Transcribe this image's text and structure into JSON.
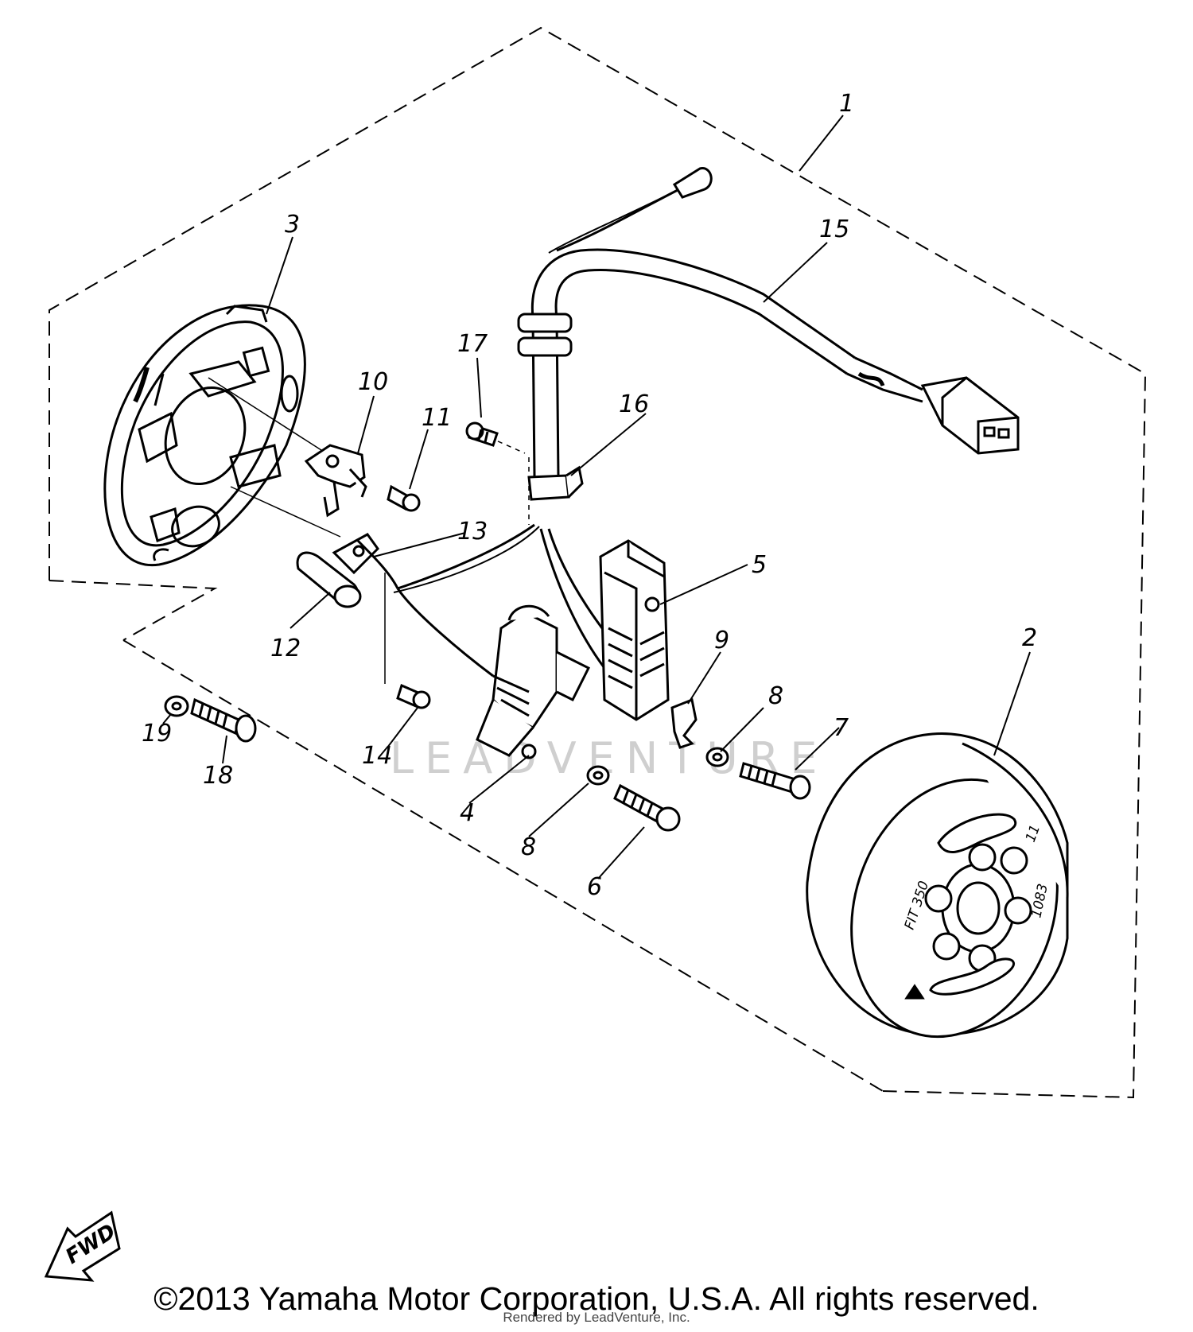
{
  "diagram": {
    "part_labels": [
      "1",
      "2",
      "3",
      "4",
      "5",
      "6",
      "7",
      "8",
      "8",
      "9",
      "10",
      "11",
      "12",
      "13",
      "14",
      "15",
      "16",
      "17",
      "18",
      "19"
    ],
    "watermark": "LEADVENTURE",
    "direction_badge": "FWD",
    "flywheel_markings": [
      "FIT 350",
      "1083",
      "11"
    ]
  },
  "footer": {
    "copyright": "©2013 Yamaha Motor Corporation, U.S.A. All rights reserved.",
    "rendered_by": "Rendered by LeadVenture, Inc."
  }
}
